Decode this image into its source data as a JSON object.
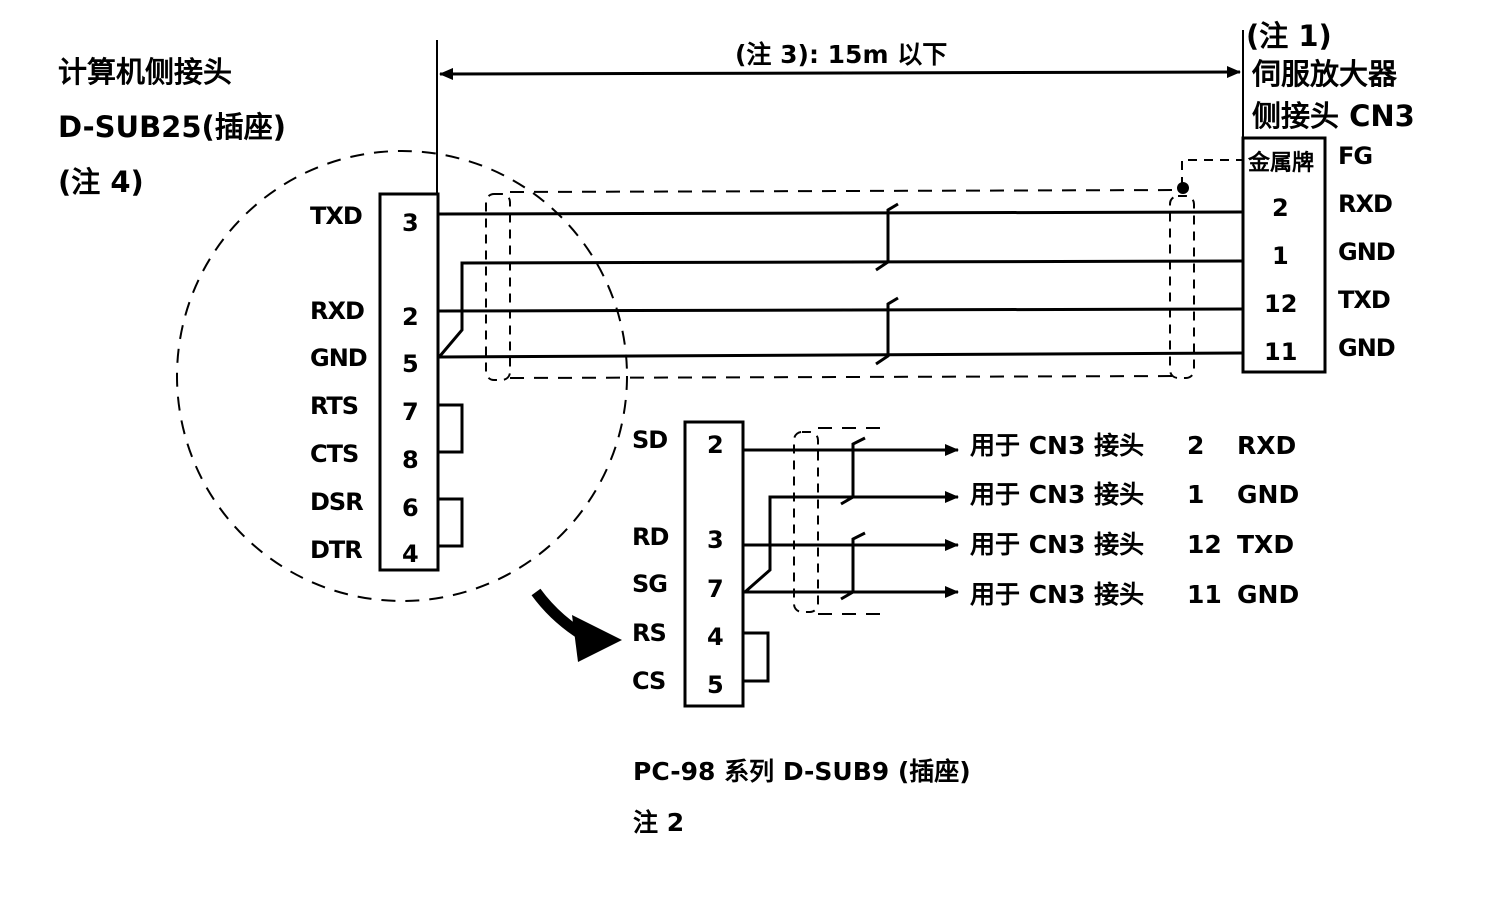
{
  "title": {
    "computer_side": [
      "计算机侧接头",
      "D-SUB25(插座)",
      "(注 4)"
    ],
    "amplifier_side": [
      "(注 1)",
      "伺服放大器",
      "侧接头 CN3"
    ]
  },
  "cable_length_label": "(注 3): 15m 以下",
  "dsub25": {
    "pins": [
      {
        "signal": "TXD",
        "pin": "3"
      },
      {
        "signal": "RXD",
        "pin": "2"
      },
      {
        "signal": "GND",
        "pin": "5"
      },
      {
        "signal": "RTS",
        "pin": "7"
      },
      {
        "signal": "CTS",
        "pin": "8"
      },
      {
        "signal": "DSR",
        "pin": "6"
      },
      {
        "signal": "DTR",
        "pin": "4"
      }
    ]
  },
  "cn3": {
    "shell_label": "金属牌",
    "shell_signal": "FG",
    "pins": [
      {
        "pin": "2",
        "signal": "RXD"
      },
      {
        "pin": "1",
        "signal": "GND"
      },
      {
        "pin": "12",
        "signal": "TXD"
      },
      {
        "pin": "11",
        "signal": "GND"
      }
    ]
  },
  "dsub9": {
    "pins": [
      {
        "signal": "SD",
        "pin": "2"
      },
      {
        "signal": "RD",
        "pin": "3"
      },
      {
        "signal": "SG",
        "pin": "7"
      },
      {
        "signal": "RS",
        "pin": "4"
      },
      {
        "signal": "CS",
        "pin": "5"
      }
    ],
    "caption": "PC-98 系列 D-SUB9 (插座)",
    "note": "注 2"
  },
  "dsub9_targets": [
    {
      "prefix": "用于 CN3 接头",
      "pin": "2",
      "signal": "RXD"
    },
    {
      "prefix": "用于 CN3 接头",
      "pin": "1",
      "signal": "GND"
    },
    {
      "prefix": "用于 CN3 接头",
      "pin": "12",
      "signal": "TXD"
    },
    {
      "prefix": "用于 CN3 接头",
      "pin": "11",
      "signal": "GND"
    }
  ]
}
